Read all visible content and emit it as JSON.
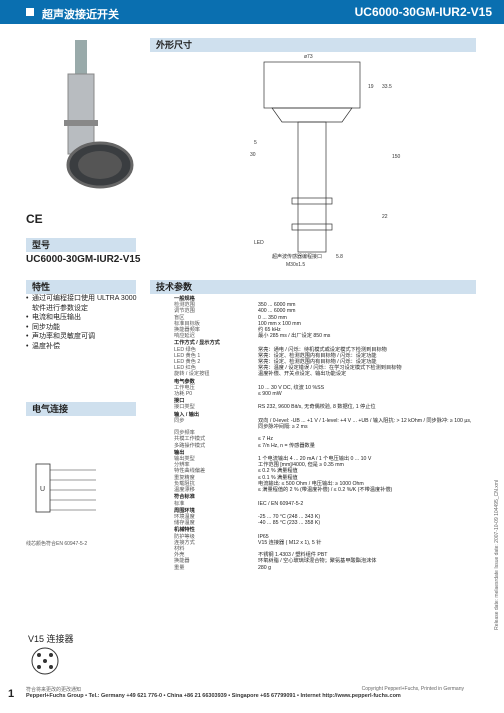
{
  "header": {
    "left_title": "超声波接近开关",
    "right_title": "UC6000-30GM-IUR2-V15"
  },
  "sections": {
    "dimensions": "外形尺寸",
    "model_label": "型号",
    "features_label": "特性",
    "connection_label": "电气连接",
    "tech_label": "技术参数"
  },
  "ce_mark": "CE",
  "model_name": "UC6000-30GM-IUR2-V15",
  "features": [
    "通过可编程接口使用 ULTRA 3000 软件进行参数设定",
    "电流和电压输出",
    "同步功能",
    "声功率和灵敏度可调",
    "温度补偿"
  ],
  "connection": {
    "note": "线芯颜色符合EN 60947-5-2",
    "v15_label": "V15 连接器"
  },
  "dimension_labels": [
    "ø73",
    "19",
    "33.5",
    "5",
    "30",
    "M30x1.5",
    "LED",
    "150",
    "22",
    "5.8",
    "超声波传感器编程接口"
  ],
  "specs": [
    {
      "k": "一般规格",
      "v": "",
      "g": true
    },
    {
      "k": "检测范围",
      "v": "350 ... 6000 mm"
    },
    {
      "k": "调节范围",
      "v": "400 ... 6000 mm"
    },
    {
      "k": "盲区",
      "v": "0 ... 350 mm"
    },
    {
      "k": "标准目标板",
      "v": "100 mm x 100 mm"
    },
    {
      "k": "换能器频率",
      "v": "约 65 kHz"
    },
    {
      "k": "响应延迟",
      "v": "最小 285 ms / 出厂设定 850 ms"
    },
    {
      "k": "工作方式 / 显示方式",
      "v": "",
      "g": true
    },
    {
      "k": "LED 绿色",
      "v": "常亮：通电 / 闪烁：待机模式或设定模式下检测到目标物"
    },
    {
      "k": "LED 黄色 1",
      "v": "常亮：设定、检测范围内有目标物 / 闪烁：设定功能"
    },
    {
      "k": "LED 黄色 2",
      "v": "常亮：设定、检测范围内有目标物 / 闪烁：设定功能"
    },
    {
      "k": "LED 红色",
      "v": "常亮：温度 / 设定错误 / 闪烁：在学习设定模式下检测到目标物"
    },
    {
      "k": "旋转 / 设定按钮",
      "v": "温度补偿、开关点设定、输出功能设定"
    },
    {
      "k": "电气参数",
      "v": "",
      "g": true
    },
    {
      "k": "工作电压",
      "v": "10 ... 30 V DC, 纹波 10 %SS"
    },
    {
      "k": "功耗 P0",
      "v": "≤ 900 mW"
    },
    {
      "k": "接口",
      "v": "",
      "g": true
    },
    {
      "k": "接口类型",
      "v": "RS 232, 9600 Bit/s, 无奇偶校验, 8 数据位, 1 停止位"
    },
    {
      "k": "输入 / 输出",
      "v": "",
      "g": true
    },
    {
      "k": "同步",
      "v": "双向 / 0-level: -UB ... +1 V / 1-level: +4 V ... +UB / 输入阻抗: > 12 kOhm / 同步脉冲: ≥ 100 µs, 同步脉冲间隔: ≥ 2 ms"
    },
    {
      "k": "同步频率",
      "v": ""
    },
    {
      "k": "  共模工作模式",
      "v": "≤ 7 Hz"
    },
    {
      "k": "多路操作模式",
      "v": "≤ 7/n Hz, n = 传感器数量"
    },
    {
      "k": "输出",
      "v": "",
      "g": true
    },
    {
      "k": "输出类型",
      "v": "1 个电流输出 4 ... 20 mA / 1 个电压输出 0 ... 10 V"
    },
    {
      "k": "分辨率",
      "v": "工作范围 [mm]/4000, 但是 ≥ 0.35 mm"
    },
    {
      "k": "特性曲线偏差",
      "v": "≤ 0.2 % 满量程值"
    },
    {
      "k": "重复精度",
      "v": "≤ 0.1 % 满量程值"
    },
    {
      "k": "负载阻抗",
      "v": "电流输出: ≤ 500 Ohm / 电压输出: ≥ 1000 Ohm"
    },
    {
      "k": "温度漂移",
      "v": "≤ 满量程值的 2 % (带温度补偿) / ≤ 0.2 %/K (不带温度补偿)"
    },
    {
      "k": "符合标准",
      "v": "",
      "g": true
    },
    {
      "k": "标准",
      "v": "IEC / EN 60947-5-2"
    },
    {
      "k": "周围环境",
      "v": "",
      "g": true
    },
    {
      "k": "环境温度",
      "v": "-25 ... 70 °C (248 ... 343 K)"
    },
    {
      "k": "储存温度",
      "v": "-40 ... 85 °C (233 ... 358 K)"
    },
    {
      "k": "机械特性",
      "v": "",
      "g": true
    },
    {
      "k": "防护等级",
      "v": "IP65"
    },
    {
      "k": "连接方式",
      "v": "V15 连接器 ( M12 x 1), 5 针"
    },
    {
      "k": "材料",
      "v": ""
    },
    {
      "k": "  外壳",
      "v": "不锈钢 1.4303 / 塑料组件 PBT"
    },
    {
      "k": "  换能器",
      "v": "环氧树脂 / 空心玻璃球混合物；聚氨基甲酸酯泡沫体"
    },
    {
      "k": "重量",
      "v": "280 g"
    }
  ],
  "footer": {
    "page": "1",
    "note_left": "符合将来更改的更改通知",
    "copyright": "Copyright Pepperl+Fuchs, Printed in Germany",
    "contact": "Pepperl+Fuchs Group • Tel.: Germany +49 621 776-0 • China +86 21 66303939 • Singapore +65 67799091 • Internet http://www.pepperl-fuchs.com"
  },
  "side_vertical": "Release date: melaesrdate   Issue date: 2007-10-09   104495_CN.xml"
}
